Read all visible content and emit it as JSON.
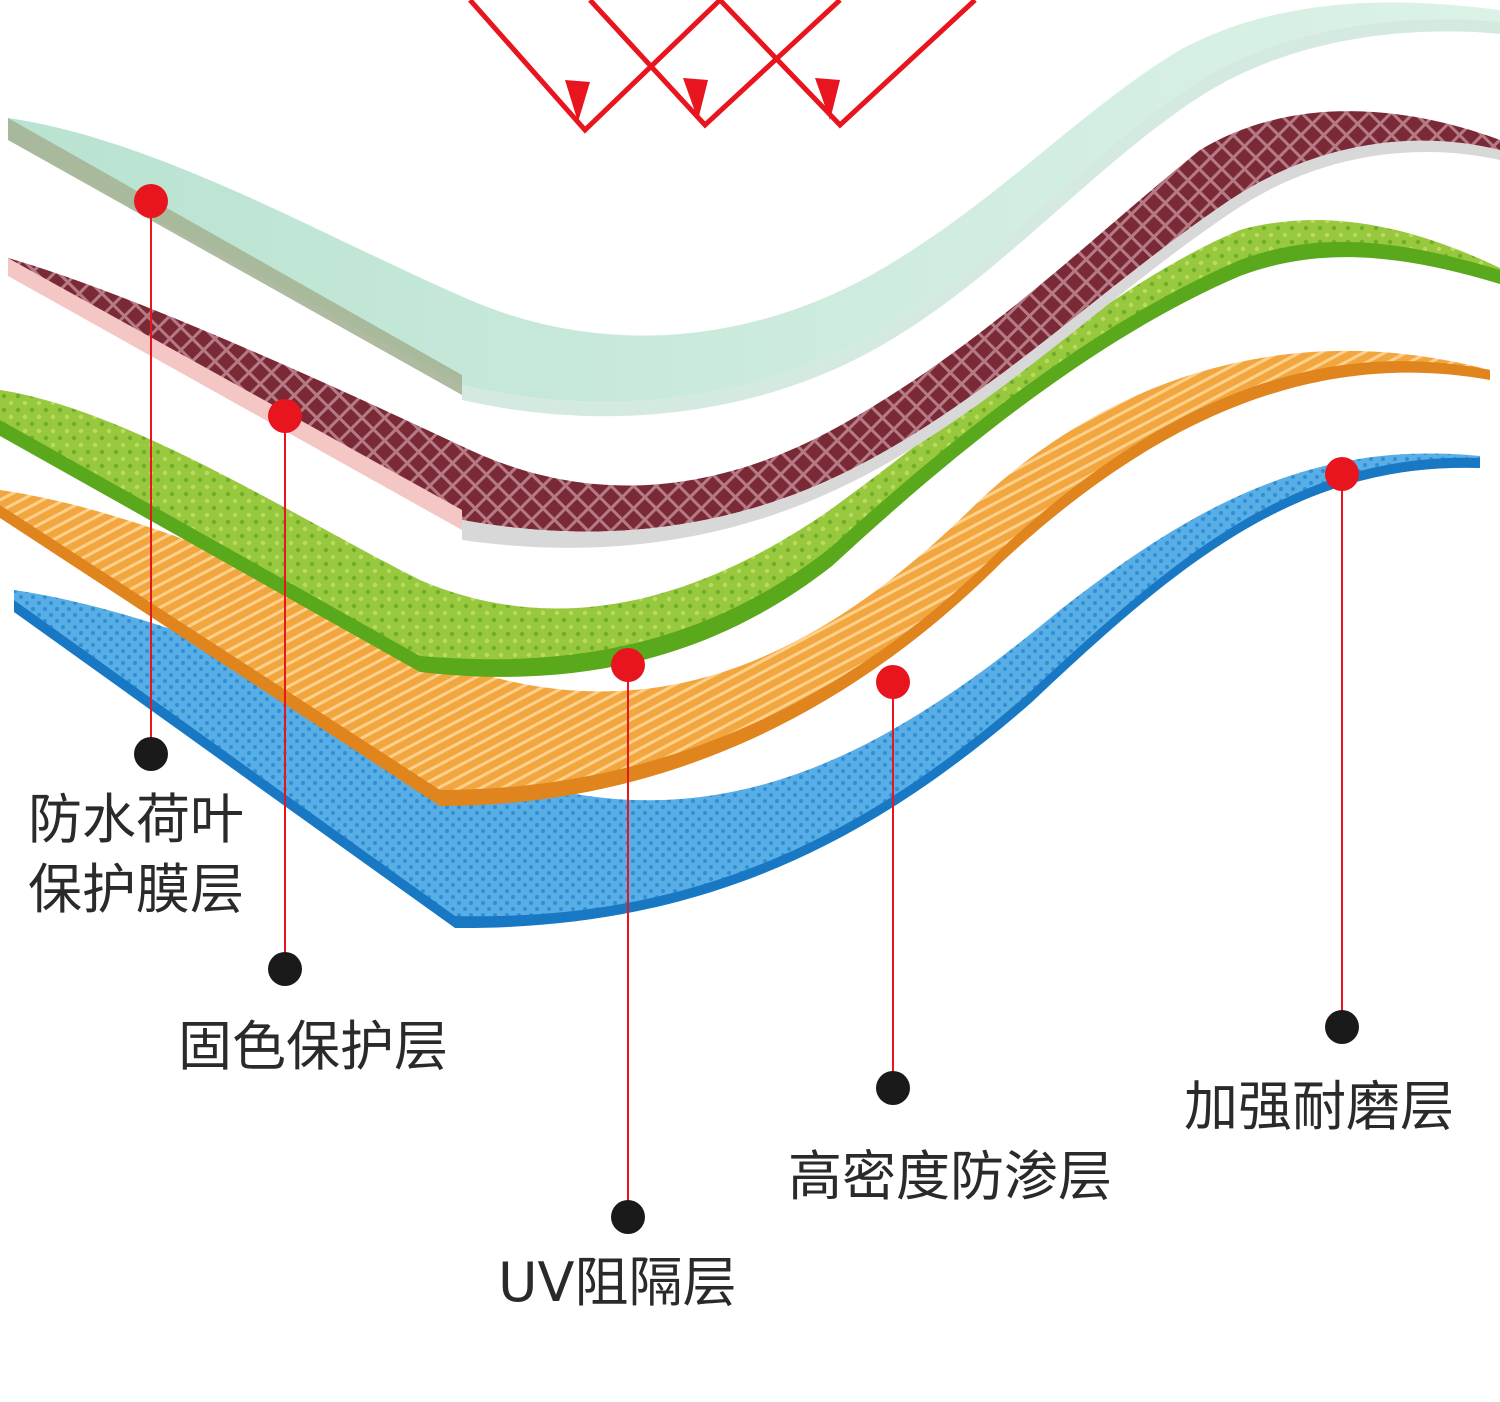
{
  "colors": {
    "pointer_line": "#e8141e",
    "marker_dot": "#e8141e",
    "end_dot": "#1a1a1a",
    "layer_membrane": "#a8dcc4",
    "layer_color_protect": "#7a2a36",
    "layer_uv": "#8cc43c",
    "layer_density": "#f0a43c",
    "layer_wear": "#5aaee6"
  },
  "labels": {
    "membrane": {
      "line1": "防水荷叶",
      "line2": "保护膜层"
    },
    "color_protect": "固色保护层",
    "uv": "UV阻隔层",
    "density": "高密度防渗层",
    "wear": "加强耐磨层"
  }
}
